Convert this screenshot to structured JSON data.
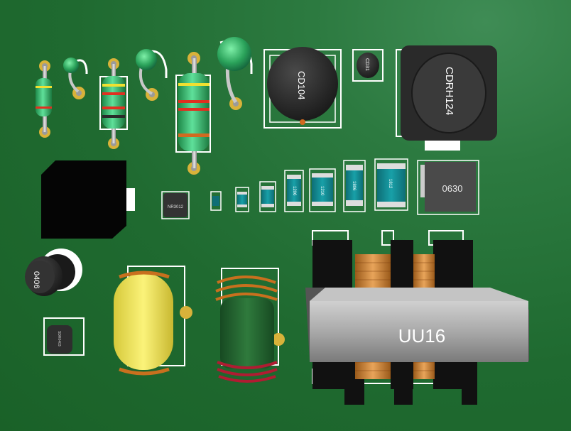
{
  "board": {
    "background": "#226e33",
    "silkscreen": "#ffffff",
    "pad_color": "#d8b23a"
  },
  "labels": {
    "cd104": "CD104",
    "cd31": "CD31",
    "cdrh124": "CDRH124",
    "nr3012": "NR3012",
    "chip_1206": "1206",
    "chip_1210": "1210",
    "chip_1806": "1806",
    "chip_1812": "1812",
    "ind_0630": "0630",
    "drum_0406": "0406",
    "small_smd": "SDR0403",
    "uu16": "UU16"
  }
}
